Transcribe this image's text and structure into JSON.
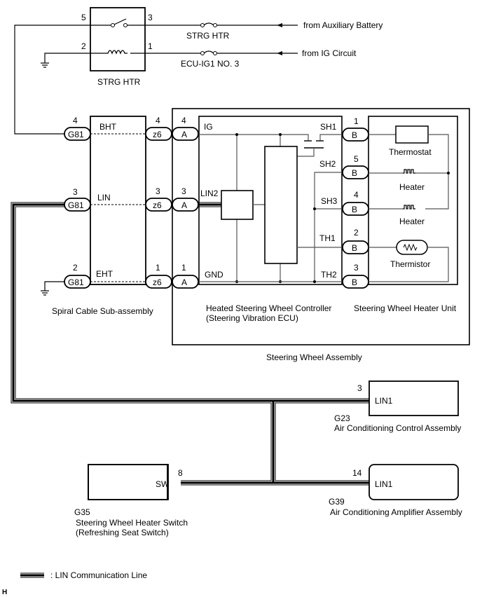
{
  "relay": {
    "name": "STRG HTR",
    "pins": {
      "p5": "5",
      "p3": "3",
      "p2": "2",
      "p1": "1"
    }
  },
  "fuses": [
    {
      "label": "STRG HTR",
      "source": "from Auxiliary Battery"
    },
    {
      "label": "ECU-IG1 NO. 3",
      "source": "from IG Circuit"
    }
  ],
  "spiral_cable": {
    "name": "Spiral Cable Sub-assembly",
    "connector": "G81",
    "mid_connector": "z6",
    "terminals": [
      {
        "pin_g81": "4",
        "signal": "BHT",
        "pin_z6": "4"
      },
      {
        "pin_g81": "3",
        "signal": "LIN",
        "pin_z6": "3"
      },
      {
        "pin_g81": "2",
        "signal": "EHT",
        "pin_z6": "1"
      }
    ]
  },
  "controller": {
    "name_line1": "Heated Steering Wheel Controller",
    "name_line2": "(Steering Vibration ECU)",
    "connector": "A",
    "left_terminals": [
      {
        "pin": "4",
        "signal": "IG"
      },
      {
        "pin": "3",
        "signal": "LIN2"
      },
      {
        "pin": "1",
        "signal": "GND"
      }
    ],
    "right_terminals": [
      "SH1",
      "SH2",
      "SH3",
      "TH1",
      "TH2"
    ]
  },
  "heater_unit": {
    "name": "Steering Wheel Heater Unit",
    "connector": "B",
    "pins": [
      "1",
      "5",
      "4",
      "2",
      "3"
    ],
    "components": [
      "Thermostat",
      "Heater",
      "Heater",
      "Thermistor"
    ]
  },
  "steering_wheel_assembly": {
    "name": "Steering Wheel Assembly"
  },
  "ac_control": {
    "connector": "G23",
    "name": "Air Conditioning Control Assembly",
    "pin": "3",
    "terminal": "LIN1"
  },
  "ac_amplifier": {
    "connector": "G39",
    "name": "Air Conditioning Amplifier Assembly",
    "pin": "14",
    "terminal": "LIN1"
  },
  "heater_switch": {
    "connector": "G35",
    "name_line1": "Steering Wheel Heater Switch",
    "name_line2": "(Refreshing Seat Switch)",
    "pin": "8",
    "terminal": "SW"
  },
  "legend": {
    "lin_line": ": LIN Communication Line"
  },
  "footer_code": "H"
}
